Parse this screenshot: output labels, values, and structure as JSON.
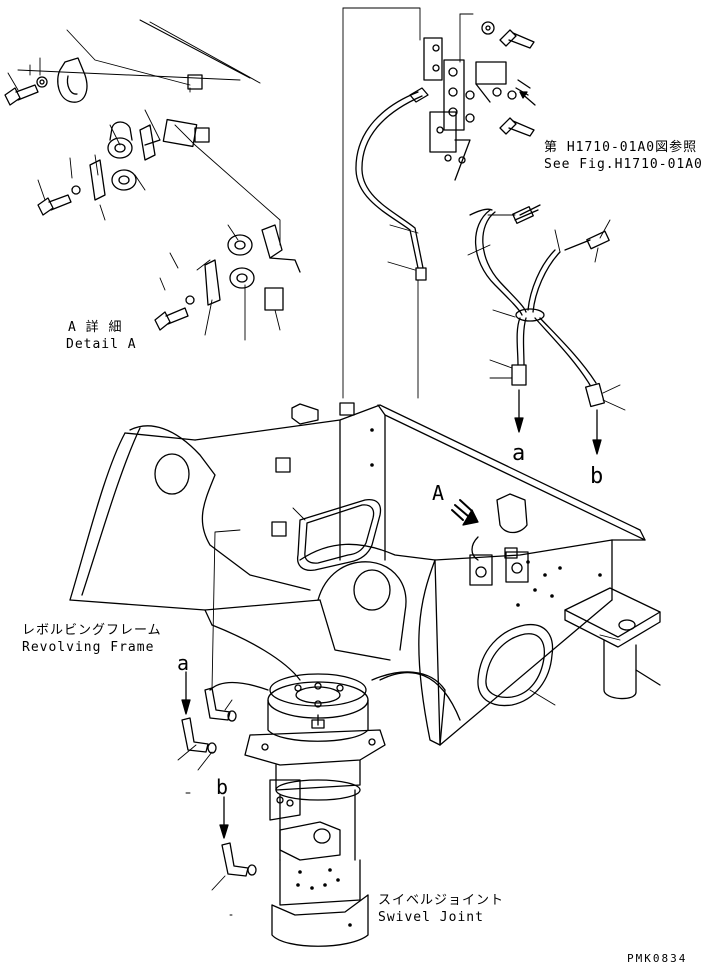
{
  "labels": {
    "detail_a_jp": "A 詳 細",
    "detail_a_en": "Detail A",
    "see_fig_jp": "第 H1710-01A0図参照",
    "see_fig_en": "See Fig.H1710-01A0",
    "revolving_frame_jp": "レボルビングフレーム",
    "revolving_frame_en": "Revolving Frame",
    "swivel_joint_jp": "スイベルジョイント",
    "swivel_joint_en": "Swivel Joint",
    "view_arrow_a": "A",
    "hose_end_a": "a",
    "hose_end_b": "b",
    "joint_port_a": "a",
    "joint_port_b": "b",
    "drawing_code": "PMK0834"
  }
}
